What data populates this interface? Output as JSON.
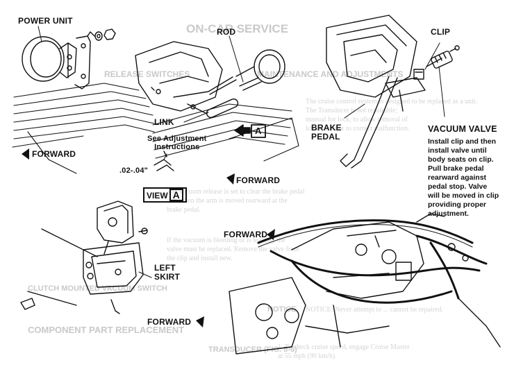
{
  "labels": {
    "power_unit": "POWER UNIT",
    "rod": "ROD",
    "clip": "CLIP",
    "link": "LINK",
    "see_adjustment": "See Adjustment\nInstructions",
    "gap": ".02-.04\"",
    "view": "VIEW",
    "view_letter": "A",
    "marker_a": "A",
    "brake_pedal": "BRAKE\nPEDAL",
    "vacuum_valve": "VACUUM VALVE",
    "vacuum_valve_note": "Install clip and then\ninstall valve until\nbody seats on clip.\nPull brake pedal\nrearward against\npedal stop. Valve\nwill be moved in clip\nproviding proper\nadjustment.",
    "forward_1": "FORWARD",
    "forward_2": "FORWARD",
    "forward_3": "FORWARD",
    "forward_4": "FORWARD",
    "left_skirt": "LEFT\nSKIRT"
  },
  "background_text": {
    "heading_top": "ON-CAR SERVICE",
    "heading_2": "MAINTENANCE AND ADJUSTMENTS",
    "heading_3": "RELEASE SWITCHES",
    "heading_4": "NOTICE",
    "heading_5": "CLUTCH MOUNTED VACUUM SWITCH",
    "heading_6": "COMPONENT PART REPLACEMENT",
    "heading_7": "TRANSDUCER (FIG. 8-6)",
    "body_1": "The cruise control system is designed to be replaced as a unit.\nThe Transducer is not repairable;\nmanual for lock, to allow removal of\nlowers unit or to correct malfunction.",
    "body_2": "The vacuum release is set to clear the brake pedal\narm when the arm is moved rearward at the\nbrake pedal.",
    "body_3": "If the vacuum is bleeding or is leaking, the\nvalve must be replaced. Remove the valve from\nthe clip and install new.",
    "body_4": "NOTICE: Never attempt to ... cannot be repaired.",
    "body_5": "1. To check cruise speed, engage Cruise Master\nat 55 mph (90 km/h)."
  }
}
